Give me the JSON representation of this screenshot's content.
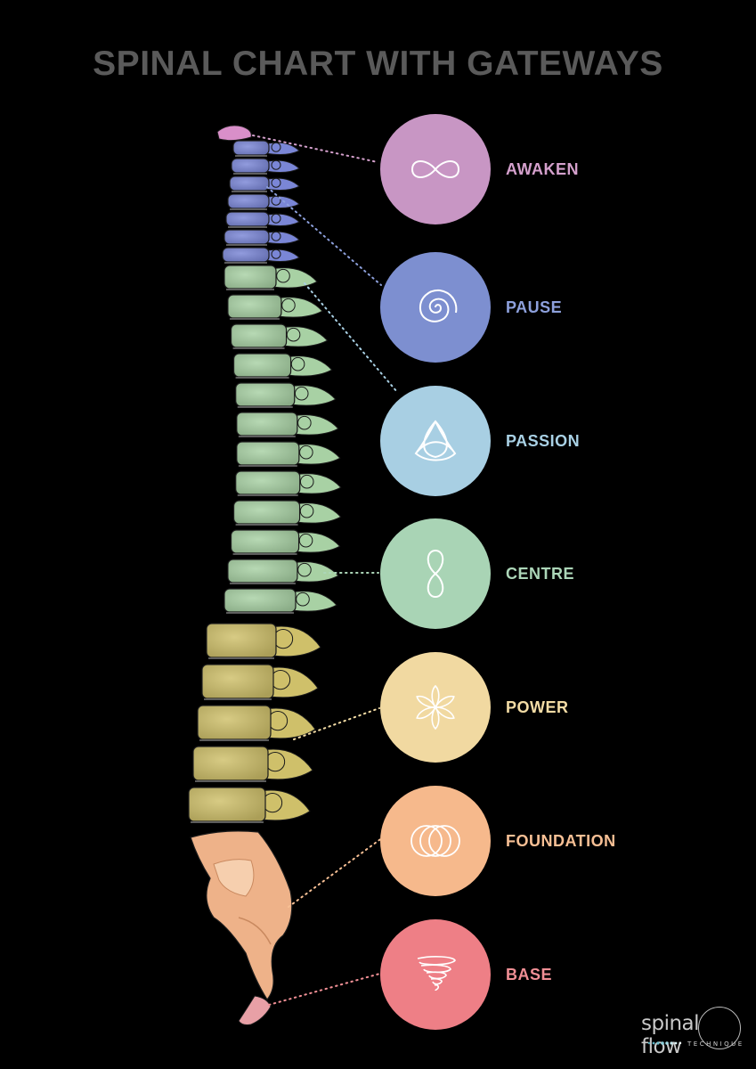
{
  "title": "SPINAL CHART WITH GATEWAYS",
  "gateways": [
    {
      "label": "AWAKEN",
      "icon": "infinity-icon",
      "circle_color": "#c896c4",
      "label_color": "#d4a0cc"
    },
    {
      "label": "PAUSE",
      "icon": "spiral-icon",
      "circle_color": "#7d8fd0",
      "label_color": "#8da0dc"
    },
    {
      "label": "PASSION",
      "icon": "triquetra-icon",
      "circle_color": "#a8cfe3",
      "label_color": "#a9d1e5"
    },
    {
      "label": "CENTRE",
      "icon": "figure-eight-icon",
      "circle_color": "#a9d4b5",
      "label_color": "#acd6b8"
    },
    {
      "label": "POWER",
      "icon": "flower-icon",
      "circle_color": "#f1d9a1",
      "label_color": "#f3dca5"
    },
    {
      "label": "FOUNDATION",
      "icon": "overlapping-rings-icon",
      "circle_color": "#f6b98c",
      "label_color": "#f8c095"
    },
    {
      "label": "BASE",
      "icon": "vortex-icon",
      "circle_color": "#ee7f86",
      "label_color": "#f08f95"
    }
  ],
  "spine_colors": {
    "cervical": "#7a86d6",
    "thoracic": "#a8d1a4",
    "lumbar": "#cfc06a",
    "sacrum": "#eeb289",
    "coccyx": "#e8a0a6",
    "atlas": "#d98fc9"
  },
  "logo": {
    "word": "spinal flow",
    "sub": "TECHNIQUE"
  }
}
